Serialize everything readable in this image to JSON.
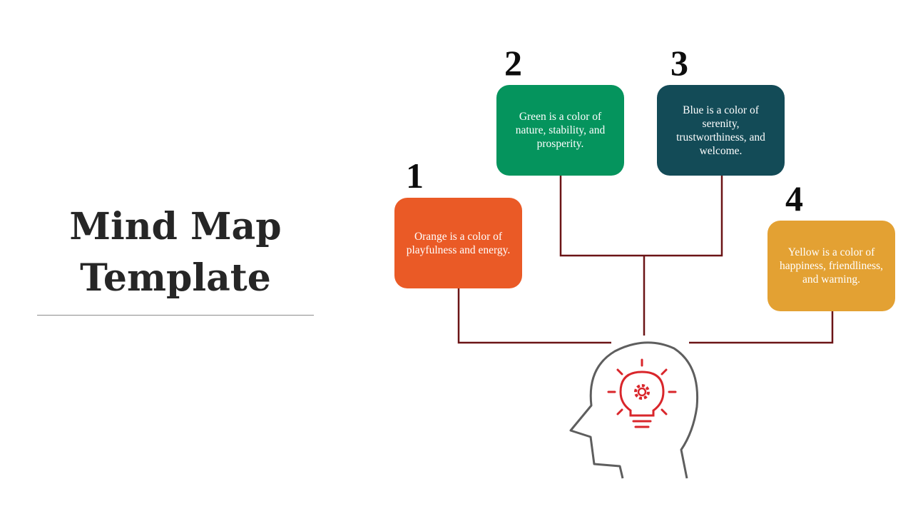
{
  "title": {
    "line1": "Mind Map",
    "line2": "Template"
  },
  "colors": {
    "orange": "#ea5a26",
    "green": "#05945d",
    "blue": "#134b57",
    "yellow": "#e3a133",
    "connector": "#6b1416",
    "head_outline": "#5e5e5e",
    "bulb": "#d9262b"
  },
  "nodes": [
    {
      "number": "1",
      "text": "Orange is a color of playfulness and energy."
    },
    {
      "number": "2",
      "text": "Green is a color of nature, stability, and prosperity."
    },
    {
      "number": "3",
      "text": "Blue is a color of serenity, trustworthiness, and welcome."
    },
    {
      "number": "4",
      "text": "Yellow is a color of happiness, friendliness, and warning."
    }
  ],
  "icons": {
    "center": "head-with-lightbulb-gear-icon"
  }
}
